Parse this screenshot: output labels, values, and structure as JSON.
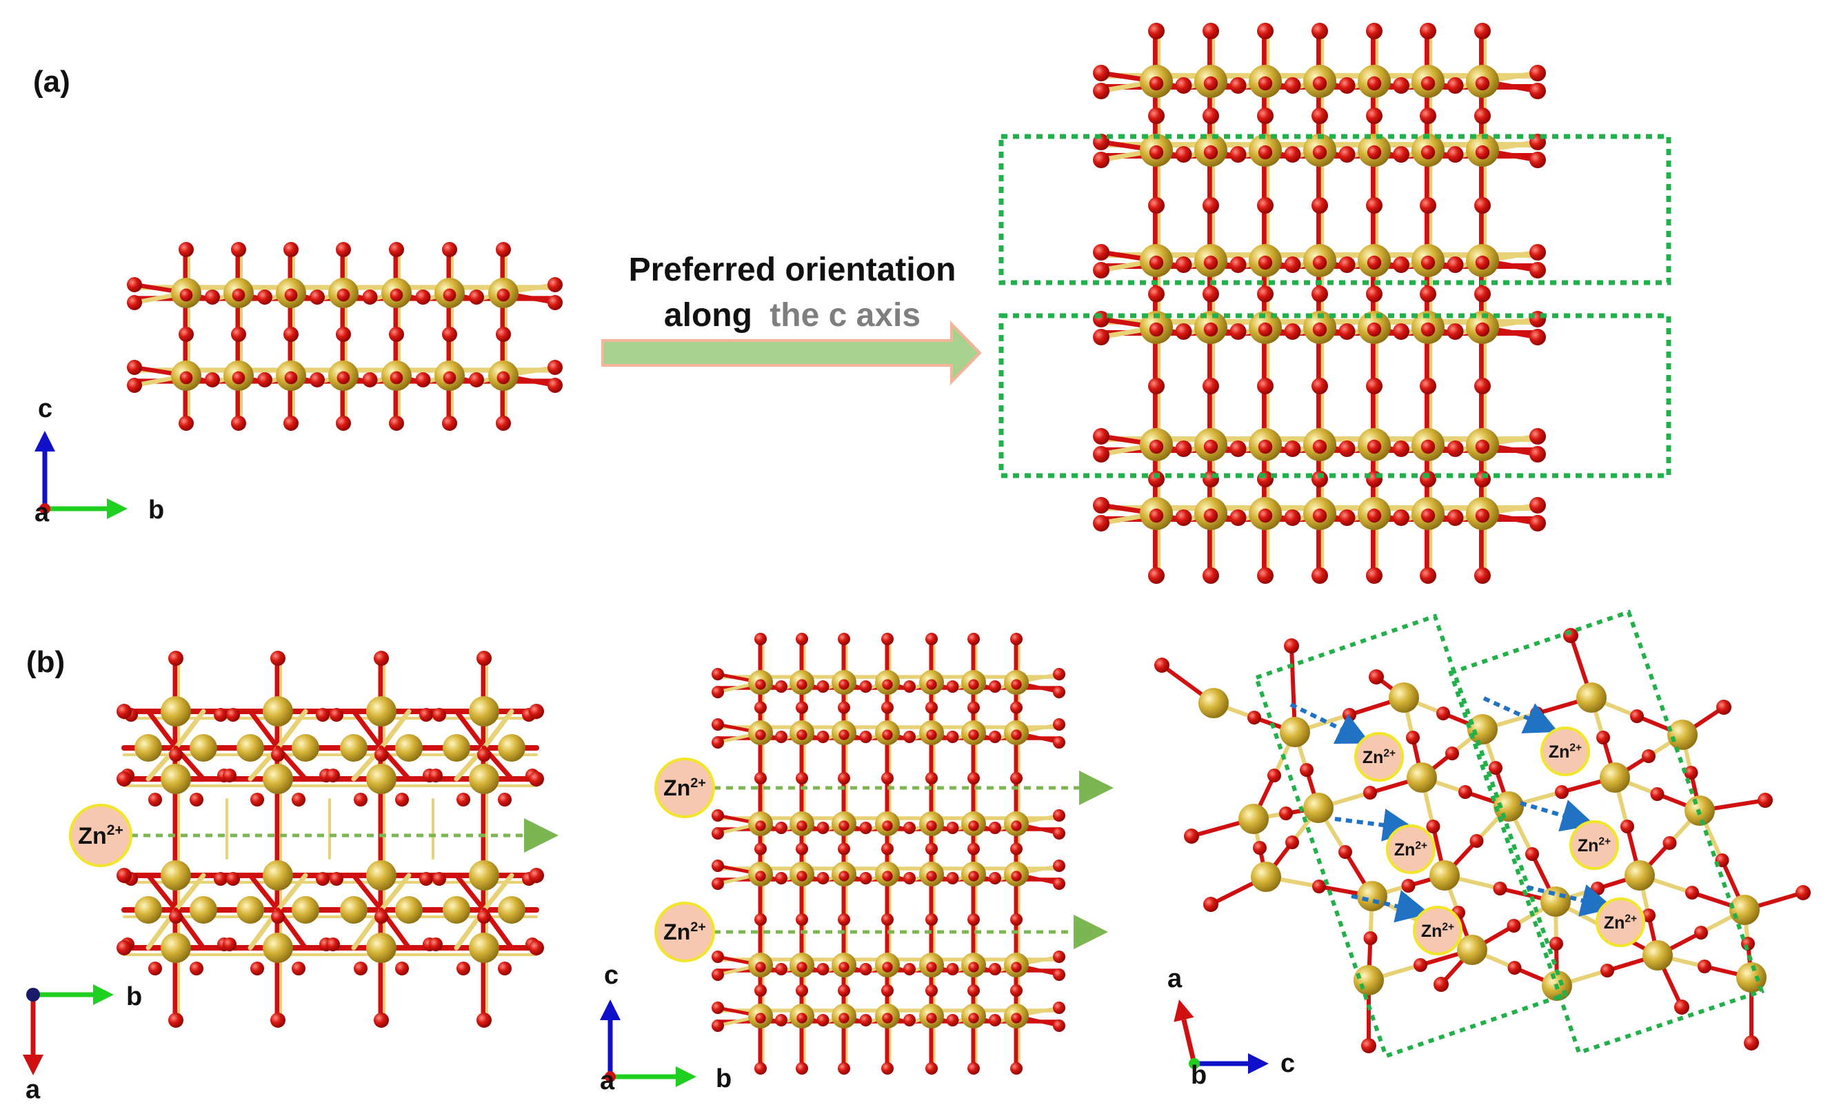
{
  "panels": {
    "a_label": "(a)",
    "b_label": "(b)"
  },
  "arrow_caption": {
    "line1": "Preferred orientation",
    "line2_part1": "along",
    "line2_part2": "the c axis"
  },
  "axes": {
    "a_left": {
      "up": "c",
      "right": "b",
      "origin": "a"
    },
    "b_left": {
      "down": "a",
      "right": "b"
    },
    "b_middle": {
      "up": "c",
      "right": "b",
      "origin": "a"
    },
    "b_right": {
      "up": "a",
      "right": "c",
      "origin": "b"
    }
  },
  "ion_label": "Zn2+",
  "colors": {
    "oxygen": "#d01010",
    "metal": "#d7b53a",
    "bond_yellow": "#e8d278",
    "dotted_box": "#22b04a",
    "green_arrow": "#7bb650",
    "blue_arrow": "#1f72c4",
    "ion_fill": "#f6c8b0",
    "ion_ring": "#f2e62a",
    "axis_blue": "#1010c8",
    "axis_green": "#20d020",
    "axis_red": "#d01010",
    "caption_gray": "#7f7f7f",
    "big_arrow": "#a9d18e",
    "big_arrow_edge": "#f3b49a"
  }
}
